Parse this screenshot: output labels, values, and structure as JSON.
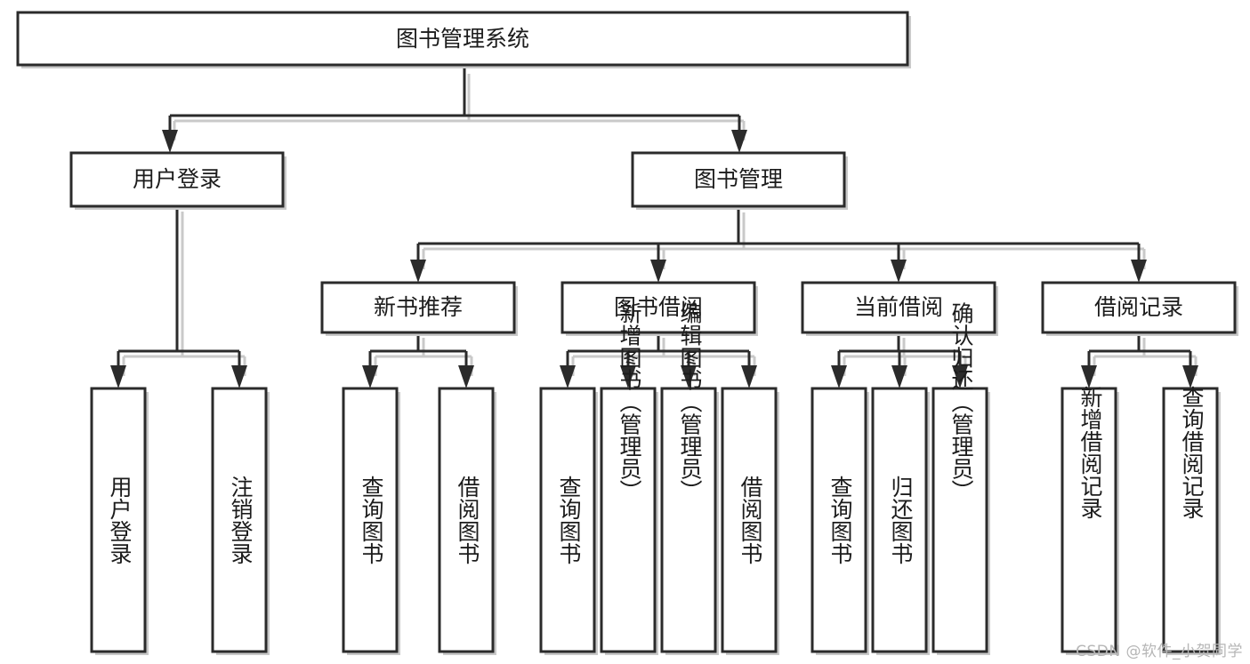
{
  "diagram": {
    "title": "图书管理系统",
    "type": "tree",
    "orientation": "top-down",
    "colors": {
      "box_stroke": "#2b2b2b",
      "box_fill": "#ffffff",
      "connector": "#2b2b2b",
      "shadow": "#c9c9c9",
      "text": "#1c1c1c",
      "watermark": "#b6b6b6"
    },
    "nodes": {
      "root": {
        "label": "图书管理系统",
        "level": 1,
        "orientation": "horizontal"
      },
      "user_login": {
        "label": "用户登录",
        "level": 2,
        "orientation": "horizontal"
      },
      "book_manage": {
        "label": "图书管理",
        "level": 2,
        "orientation": "horizontal"
      },
      "new_book_rec": {
        "label": "新书推荐",
        "level": 3,
        "orientation": "horizontal"
      },
      "book_borrow": {
        "label": "图书借阅",
        "level": 3,
        "orientation": "horizontal"
      },
      "current_borrow": {
        "label": "当前借阅",
        "level": 3,
        "orientation": "horizontal"
      },
      "borrow_record": {
        "label": "借阅记录",
        "level": 3,
        "orientation": "horizontal"
      },
      "leaf_user_login": {
        "label": "用户登录",
        "level": 4,
        "orientation": "vertical"
      },
      "leaf_logout": {
        "label": "注销登录",
        "level": 4,
        "orientation": "vertical"
      },
      "leaf_query_book_1": {
        "label": "查询图书",
        "level": 4,
        "orientation": "vertical"
      },
      "leaf_borrow_book_1": {
        "label": "借阅图书",
        "level": 4,
        "orientation": "vertical"
      },
      "leaf_query_book_2": {
        "label": "查询图书",
        "level": 4,
        "orientation": "vertical"
      },
      "leaf_add_book": {
        "label": "新增图书（管理员）",
        "level": 4,
        "orientation": "vertical"
      },
      "leaf_edit_book": {
        "label": "编辑图书（管理员）",
        "level": 4,
        "orientation": "vertical"
      },
      "leaf_borrow_book_2": {
        "label": "借阅图书",
        "level": 4,
        "orientation": "vertical"
      },
      "leaf_query_book_3": {
        "label": "查询图书",
        "level": 4,
        "orientation": "vertical"
      },
      "leaf_return_book": {
        "label": "归还图书",
        "level": 4,
        "orientation": "vertical"
      },
      "leaf_confirm_return": {
        "label": "确认归还（管理员）",
        "level": 4,
        "orientation": "vertical"
      },
      "leaf_add_record": {
        "label": "新增借阅记录",
        "level": 4,
        "orientation": "vertical"
      },
      "leaf_query_record": {
        "label": "查询借阅记录",
        "level": 4,
        "orientation": "vertical"
      }
    },
    "edges": [
      {
        "from": "root",
        "to": "user_login"
      },
      {
        "from": "root",
        "to": "book_manage"
      },
      {
        "from": "book_manage",
        "to": "new_book_rec"
      },
      {
        "from": "book_manage",
        "to": "book_borrow"
      },
      {
        "from": "book_manage",
        "to": "current_borrow"
      },
      {
        "from": "book_manage",
        "to": "borrow_record"
      },
      {
        "from": "user_login",
        "to": "leaf_user_login"
      },
      {
        "from": "user_login",
        "to": "leaf_logout"
      },
      {
        "from": "new_book_rec",
        "to": "leaf_query_book_1"
      },
      {
        "from": "new_book_rec",
        "to": "leaf_borrow_book_1"
      },
      {
        "from": "book_borrow",
        "to": "leaf_query_book_2"
      },
      {
        "from": "book_borrow",
        "to": "leaf_add_book"
      },
      {
        "from": "book_borrow",
        "to": "leaf_edit_book"
      },
      {
        "from": "book_borrow",
        "to": "leaf_borrow_book_2"
      },
      {
        "from": "current_borrow",
        "to": "leaf_query_book_3"
      },
      {
        "from": "current_borrow",
        "to": "leaf_return_book"
      },
      {
        "from": "current_borrow",
        "to": "leaf_confirm_return"
      },
      {
        "from": "borrow_record",
        "to": "leaf_add_record"
      },
      {
        "from": "borrow_record",
        "to": "leaf_query_record"
      }
    ]
  },
  "watermark": {
    "text": "CSDN @软件_小贺同学"
  }
}
